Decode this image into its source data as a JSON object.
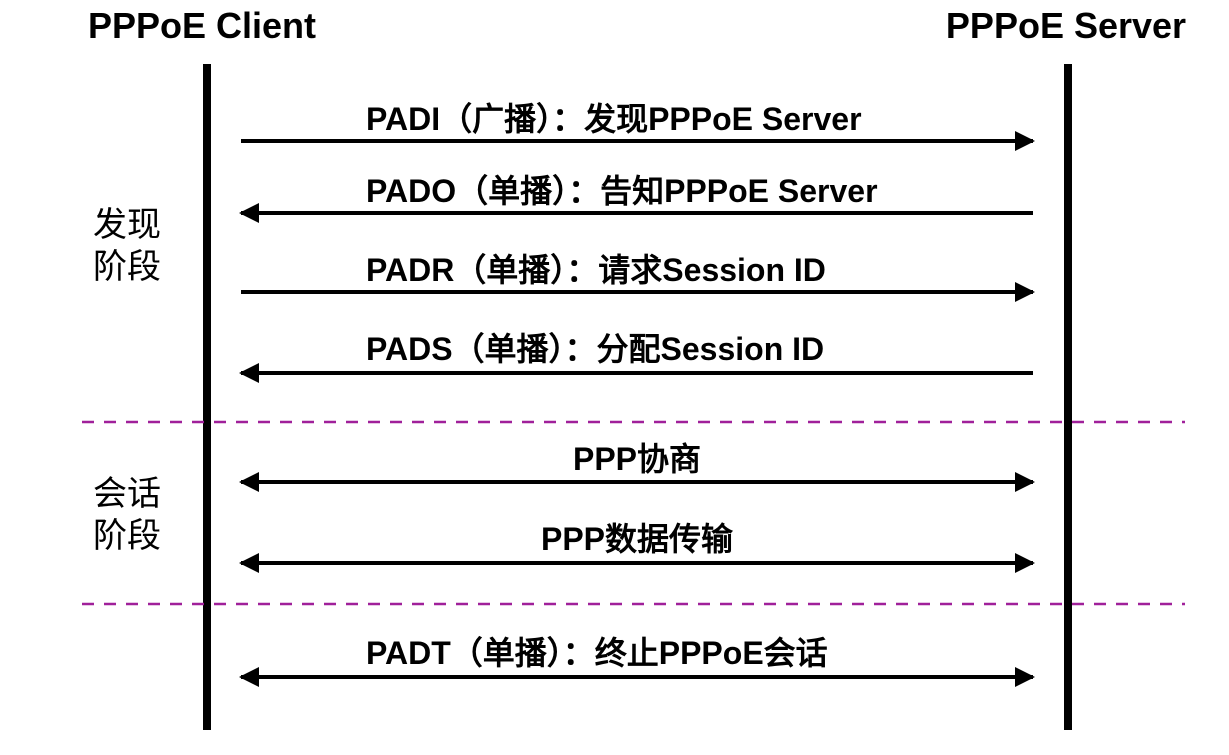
{
  "participants": {
    "client": "PPPoE Client",
    "server": "PPPoE Server"
  },
  "phases": [
    {
      "lines": [
        "发现",
        "阶段"
      ]
    },
    {
      "lines": [
        "会话",
        "阶段"
      ]
    }
  ],
  "messages": [
    {
      "label": "PADI（广播）：发现PPPoE Server",
      "direction": "client-to-server"
    },
    {
      "label": "PADO（单播）：告知PPPoE Server",
      "direction": "server-to-client"
    },
    {
      "label": "PADR（单播）：请求Session ID",
      "direction": "client-to-server"
    },
    {
      "label": "PADS（单播）：分配Session ID",
      "direction": "server-to-client"
    },
    {
      "label": "PPP协商",
      "direction": "bidirectional"
    },
    {
      "label": "PPP数据传输",
      "direction": "bidirectional"
    },
    {
      "label": "PADT（单播）：终止PPPoE会话",
      "direction": "bidirectional"
    }
  ],
  "colors": {
    "lifeline": "#000000",
    "arrow": "#000000",
    "separator": "#a0209a"
  }
}
